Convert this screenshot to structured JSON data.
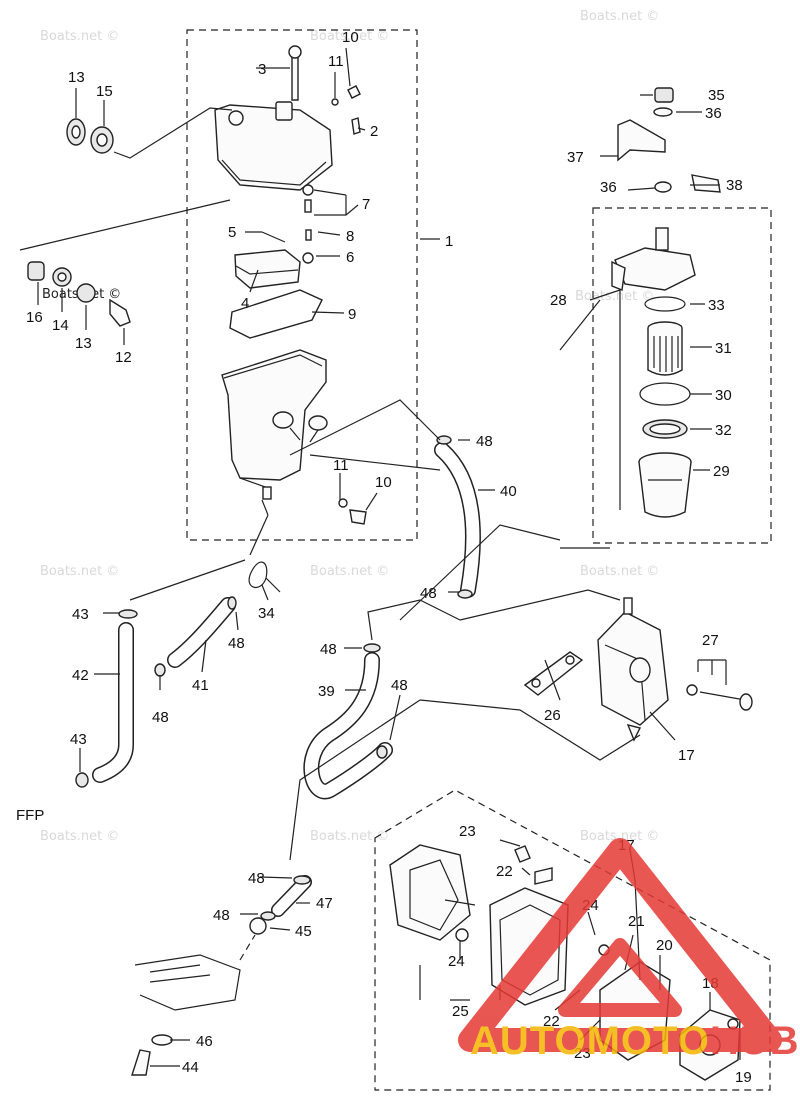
{
  "callouts": {
    "c1": "1",
    "c2": "2",
    "c3": "3",
    "c4": "4",
    "c5": "5",
    "c6": "6",
    "c7": "7",
    "c8": "8",
    "c9": "9",
    "c10a": "10",
    "c10b": "10",
    "c11a": "11",
    "c11b": "11",
    "c12": "12",
    "c13a": "13",
    "c13b": "13",
    "c14": "14",
    "c15": "15",
    "c16": "16",
    "c17a": "17",
    "c17b": "17",
    "c18": "18",
    "c19": "19",
    "c20": "20",
    "c21": "21",
    "c22a": "22",
    "c22b": "22",
    "c23a": "23",
    "c23b": "23",
    "c24a": "24",
    "c24b": "24",
    "c25": "25",
    "c26": "26",
    "c27": "27",
    "c28": "28",
    "c29": "29",
    "c30": "30",
    "c31": "31",
    "c32": "32",
    "c33": "33",
    "c34": "34",
    "c35": "35",
    "c36a": "36",
    "c36b": "36",
    "c37": "37",
    "c38": "38",
    "c39": "39",
    "c40": "40",
    "c41": "41",
    "c42": "42",
    "c43a": "43",
    "c43b": "43",
    "c44": "44",
    "c45": "45",
    "c46": "46",
    "c47": "47",
    "c48a": "48",
    "c48b": "48",
    "c48c": "48",
    "c48d": "48",
    "c48e": "48",
    "c48f": "48",
    "c48g": "48",
    "c48h": "48",
    "ffp": "FFP"
  },
  "watermark": "Boats.net ©",
  "brand": {
    "part1": "AUTO",
    "part2": "MOTO",
    "part3": "HUB",
    "color_red": "#e53935",
    "color_yellow": "#f5b400"
  }
}
